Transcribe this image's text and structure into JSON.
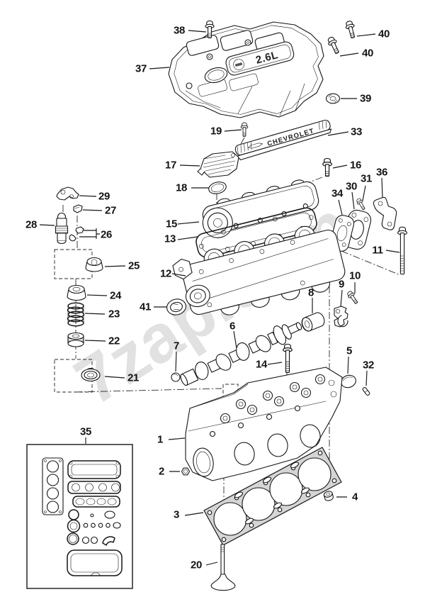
{
  "watermark": {
    "text": "7zap.com"
  },
  "engine_cover": {
    "badge_text": "2.6L"
  },
  "brand_strip": {
    "text": "CHEVROLET"
  },
  "callouts": [
    {
      "label": "38"
    },
    {
      "label": "40"
    },
    {
      "label": "40"
    },
    {
      "label": "37"
    },
    {
      "label": "39"
    },
    {
      "label": "19"
    },
    {
      "label": "33"
    },
    {
      "label": "17"
    },
    {
      "label": "16"
    },
    {
      "label": "18"
    },
    {
      "label": "36"
    },
    {
      "label": "31"
    },
    {
      "label": "30"
    },
    {
      "label": "34"
    },
    {
      "label": "29"
    },
    {
      "label": "27"
    },
    {
      "label": "28"
    },
    {
      "label": "26"
    },
    {
      "label": "15"
    },
    {
      "label": "13"
    },
    {
      "label": "25"
    },
    {
      "label": "12"
    },
    {
      "label": "11"
    },
    {
      "label": "24"
    },
    {
      "label": "41"
    },
    {
      "label": "23"
    },
    {
      "label": "8"
    },
    {
      "label": "9"
    },
    {
      "label": "10"
    },
    {
      "label": "22"
    },
    {
      "label": "6"
    },
    {
      "label": "7"
    },
    {
      "label": "14"
    },
    {
      "label": "5"
    },
    {
      "label": "32"
    },
    {
      "label": "21"
    },
    {
      "label": "35"
    },
    {
      "label": "1"
    },
    {
      "label": "2"
    },
    {
      "label": "3"
    },
    {
      "label": "4"
    },
    {
      "label": "20"
    }
  ]
}
